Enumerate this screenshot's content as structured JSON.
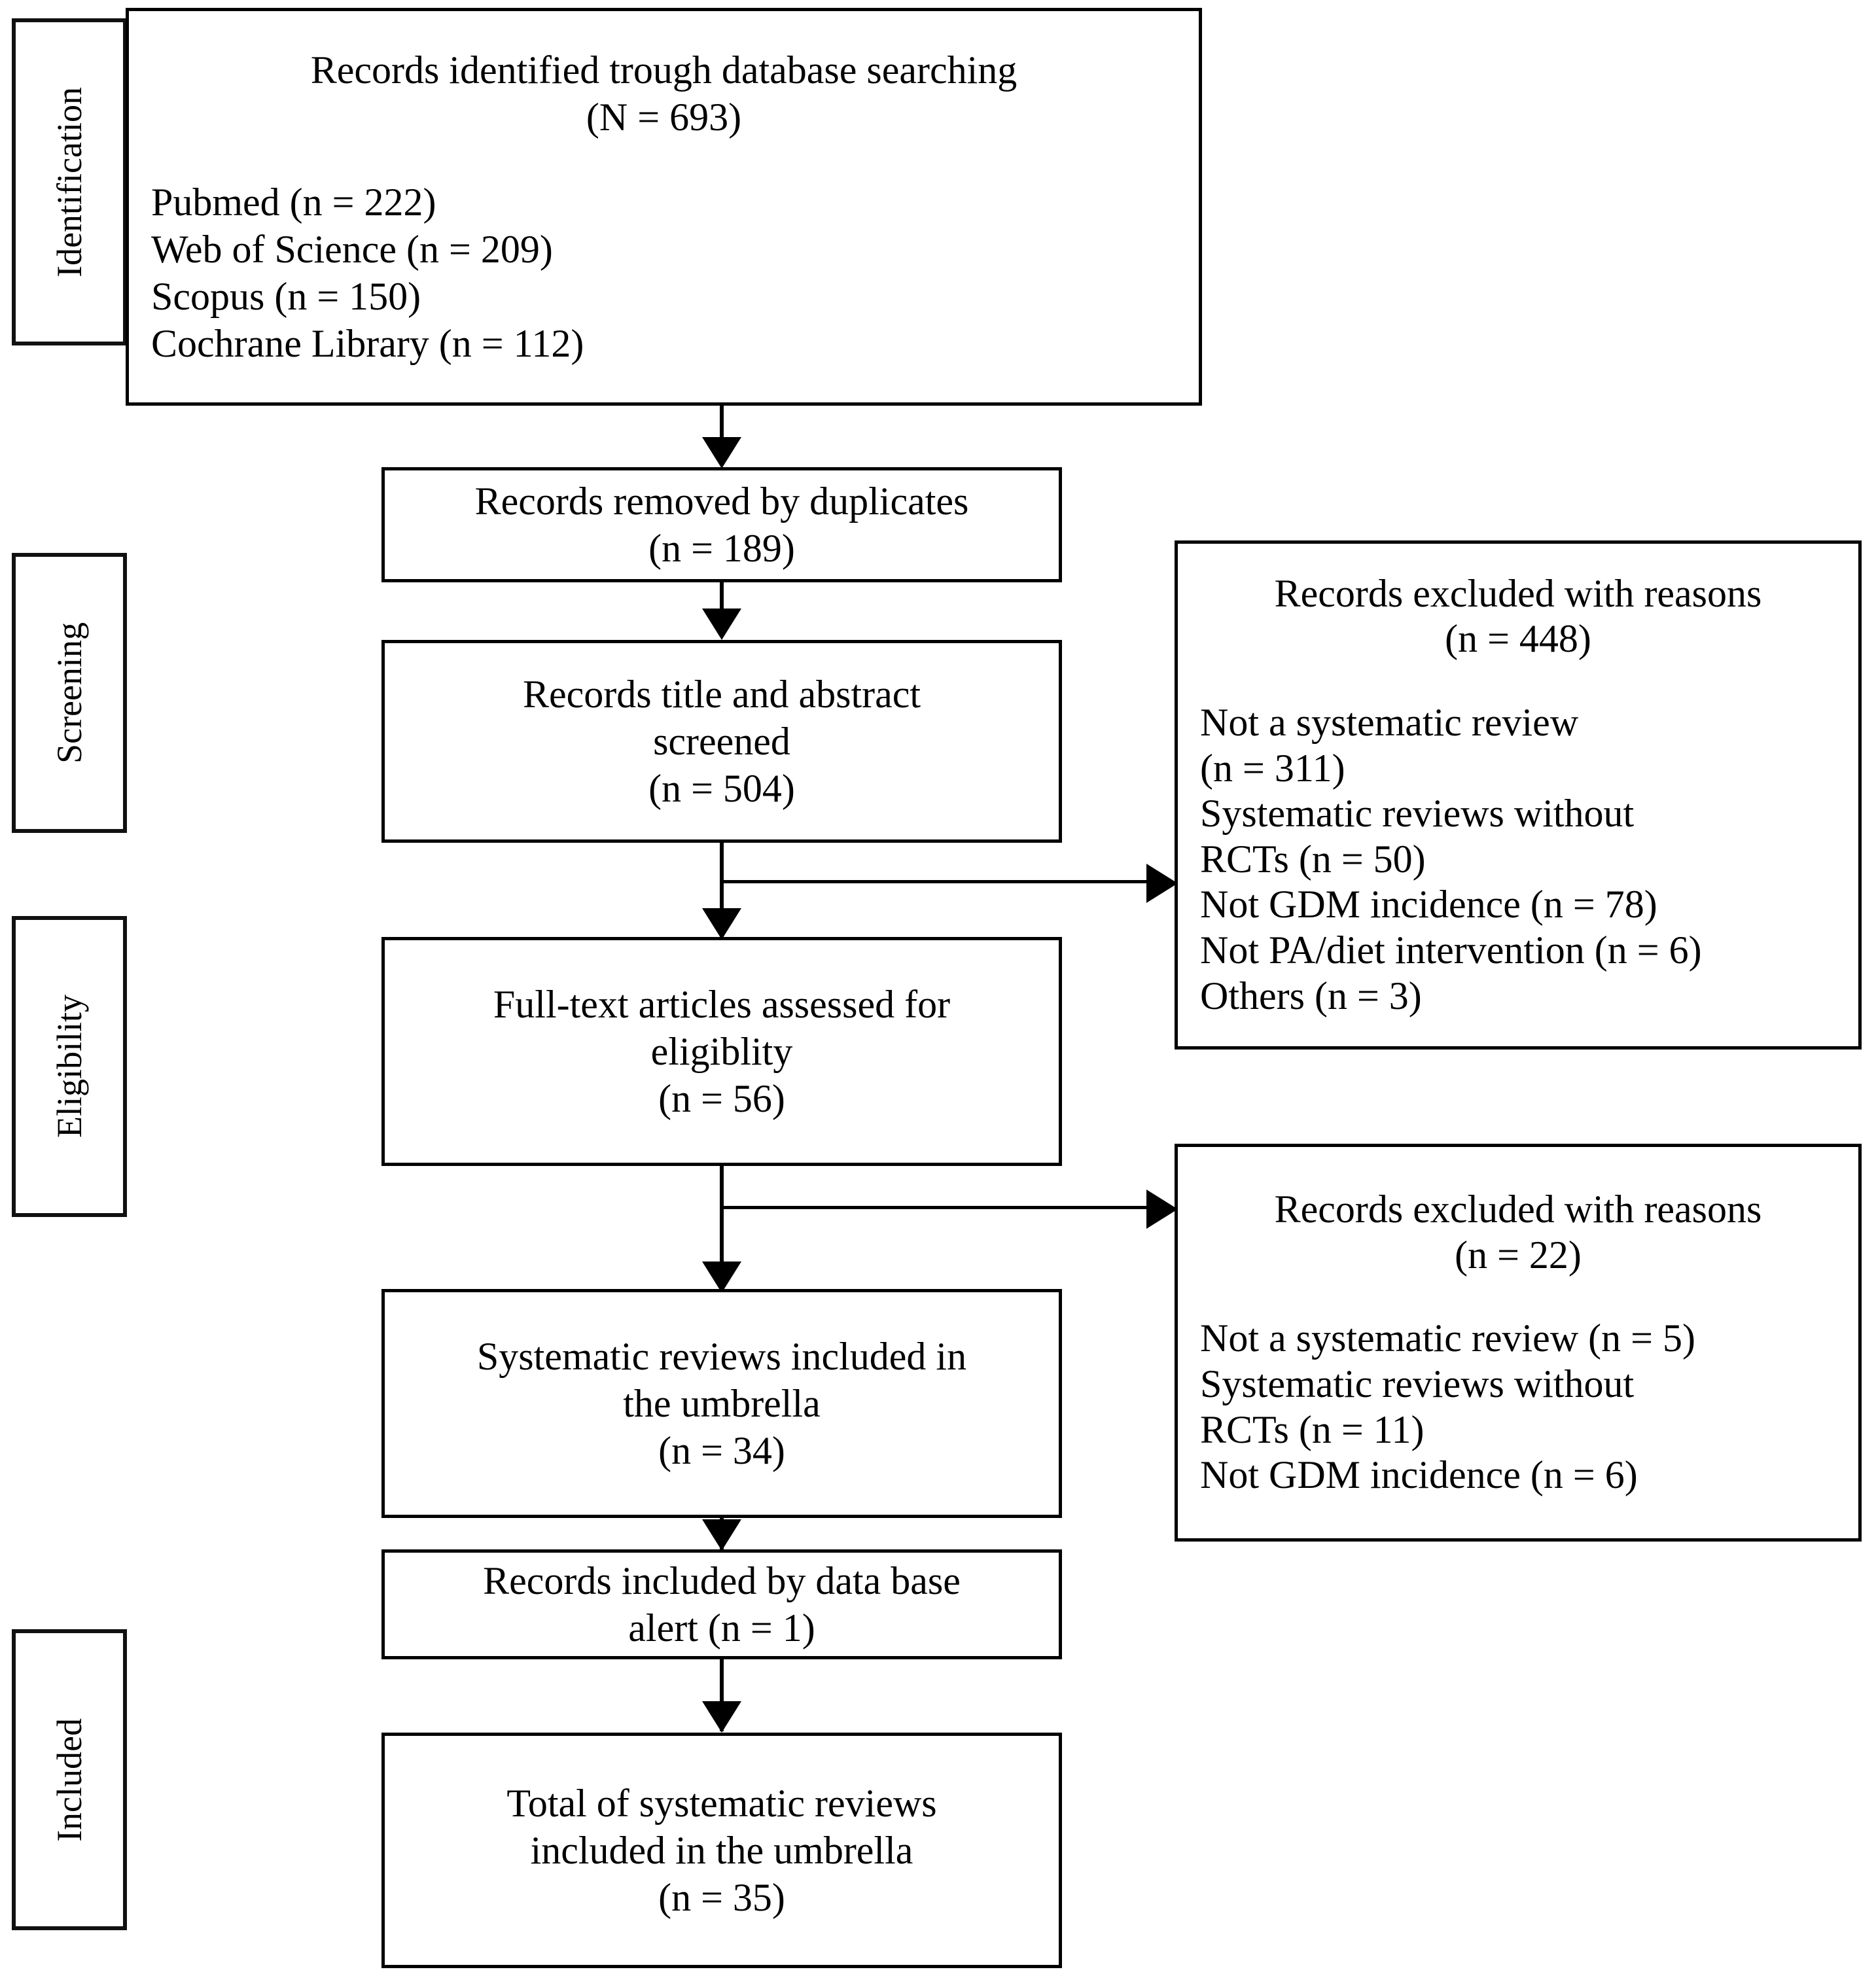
{
  "diagram": {
    "title": "PRISMA flow diagram",
    "stages": [
      {
        "id": "identification",
        "label": "Identification"
      },
      {
        "id": "screening",
        "label": "Screening"
      },
      {
        "id": "eligibility",
        "label": "Eligibility"
      },
      {
        "id": "included",
        "label": "Included"
      }
    ],
    "boxes": {
      "identified": {
        "heading": [
          "Records identified trough database searching",
          "(N = 693)"
        ],
        "sources": [
          "Pubmed (n = 222)",
          "Web of Science (n = 209)",
          "Scopus (n = 150)",
          "Cochrane Library (n = 112)"
        ]
      },
      "duplicates": {
        "lines": [
          "Records removed by duplicates",
          "(n = 189)"
        ]
      },
      "screened": {
        "lines": [
          "Records title and abstract",
          "screened",
          "(n = 504)"
        ]
      },
      "fulltext": {
        "lines": [
          "Full-text articles assessed for",
          "eligiblity",
          "(n = 56)"
        ]
      },
      "included_umbrella": {
        "lines": [
          "Systematic reviews included in",
          "the umbrella",
          "(n = 34)"
        ]
      },
      "alert": {
        "lines": [
          "Records included by data base",
          "alert (n = 1)"
        ]
      },
      "total": {
        "lines": [
          "Total of systematic reviews",
          "included in the umbrella",
          "(n = 35)"
        ]
      },
      "excluded_screening": {
        "heading": [
          "Records excluded with reasons",
          "(n = 448)"
        ],
        "reasons": [
          "Not a systematic review",
          "(n = 311)",
          "Systematic reviews without",
          "RCTs (n = 50)",
          "Not GDM incidence (n = 78)",
          "Not PA/diet intervention (n = 6)",
          "Others (n = 3)"
        ]
      },
      "excluded_eligibility": {
        "heading": [
          "Records excluded with reasons",
          "(n = 22)"
        ],
        "reasons": [
          "Not a systematic review (n = 5)",
          "Systematic reviews without",
          "RCTs (n = 11)",
          "Not GDM incidence (n = 6)"
        ]
      }
    },
    "colors": {
      "stroke": "#000000",
      "background": "#ffffff",
      "text": "#000000"
    }
  }
}
